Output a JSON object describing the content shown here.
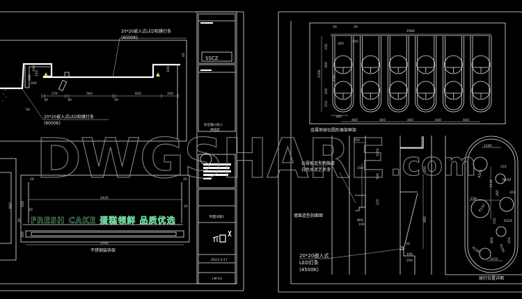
{
  "watermark": {
    "main": "DWGSHARE",
    "suffix": ".com"
  },
  "colors": {
    "background": "#000000",
    "lines": "#ffffff",
    "sign_text": "#6fd19a",
    "watermark": "#9a9a9a"
  },
  "left_sheet": {
    "top_section": {
      "led_label_top": "20*20嵌入式LED软膜灯条",
      "led_temp_top": "(6000K)",
      "led_label_bottom": "20*20嵌入式LED软膜灯条",
      "led_temp_bottom": "(6000K)",
      "dims": [
        "30",
        "270",
        "30",
        "560",
        "20",
        "620",
        "200"
      ],
      "side_dims": [
        "100",
        "330",
        "200",
        "120",
        "100",
        "40",
        "50"
      ]
    },
    "sign_section": {
      "sign_text": "FRESH CAKE 蛋糕领鲜 品质优选",
      "width_inner": "2420",
      "width_outer": "2500",
      "small_dims": [
        "20",
        "20",
        "20",
        "20",
        "30",
        "100",
        "300"
      ],
      "height_dim": "840",
      "caption": "不锈钢装饰架"
    },
    "title_block": {
      "logo": "SSCZ",
      "project": [
        "罗店镇小院人",
        "烘焙店"
      ],
      "drawing_name": "制面详图1",
      "date": "2023-3-17",
      "sheet_no": "LM-03"
    }
  },
  "right_sheet": {
    "frame_drawing": {
      "overall_width": "2580",
      "top_dims": [
        "20",
        "20"
      ],
      "inner_dims": [
        "300",
        "100"
      ],
      "height_dims": [
        "1200",
        "330",
        "300",
        "300",
        "150",
        "150"
      ],
      "bottom_dim": "340",
      "spacing": [
        "440",
        "440",
        "440",
        "440",
        "440"
      ],
      "caption": "金属地球仪圆形展架框架"
    },
    "section_drawing": {
      "material_label": [
        "石膏板造型乳胶漆",
        "白色水泥艺术漆"
      ],
      "caption": "墙面造型剖面图",
      "dims": [
        "250",
        "150",
        "1050",
        "500",
        "235",
        "800",
        "100",
        "50",
        "190",
        "250",
        "900",
        "100"
      ],
      "led_label": [
        "20*20嵌入式",
        "LED灯条",
        "(4500K)"
      ]
    },
    "ball_light_drawing": {
      "dims": [
        "1285",
        "332",
        "238",
        "201",
        "1116",
        "285",
        "R100",
        "R150",
        "R200",
        "R224",
        "535",
        "800",
        "456",
        "R100",
        "R100",
        "1075"
      ],
      "caption": "球灯位置详图"
    }
  }
}
